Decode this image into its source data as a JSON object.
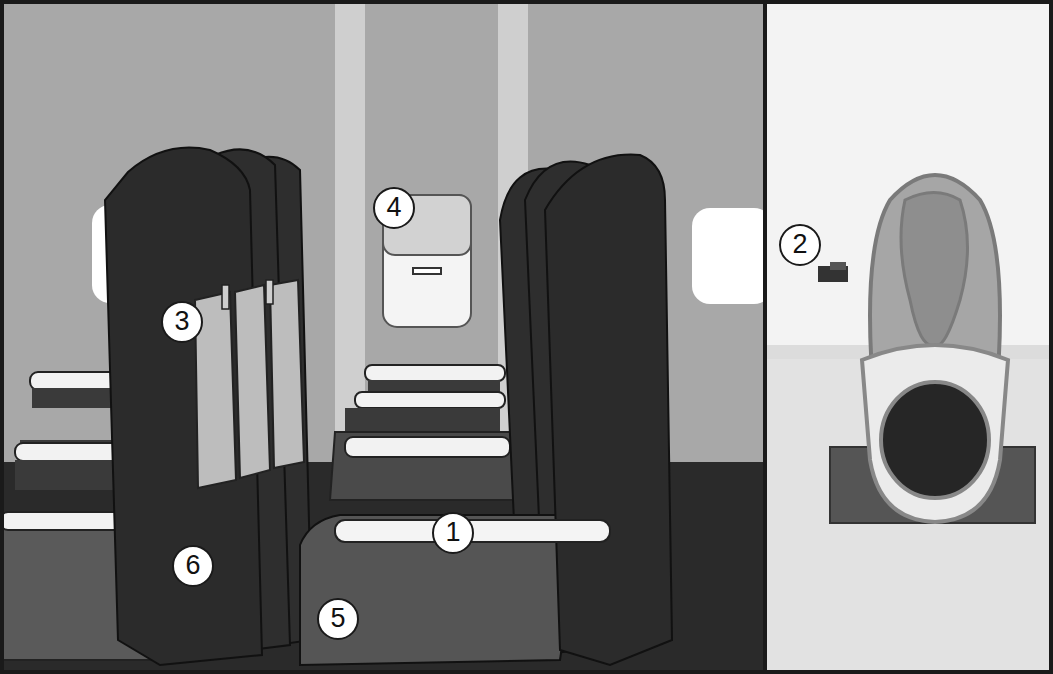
{
  "diagram": {
    "labels": [
      "4",
      "2",
      "3",
      "1",
      "6",
      "5"
    ]
  }
}
